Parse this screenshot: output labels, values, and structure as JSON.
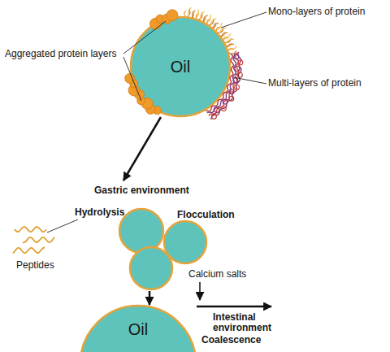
{
  "diagram": {
    "nodes": [
      {
        "text": [
          "Oil"
        ]
      },
      {
        "text": [
          "Flocculation"
        ]
      },
      {
        "text": [
          "Oil",
          "Coalescence"
        ]
      }
    ],
    "edges": [
      {
        "from": 0,
        "to": 1,
        "label": "Gastric environment",
        "arrow": "to"
      },
      {
        "from": 1,
        "to": 2,
        "arrow": "to"
      }
    ],
    "labels": [
      "Mono-layers of protein",
      "Aggregated protein layers",
      "Multi-layers of protein",
      "Hydrolysis",
      "Peptides",
      "Calcium salts",
      "Intestinal environment"
    ]
  }
}
